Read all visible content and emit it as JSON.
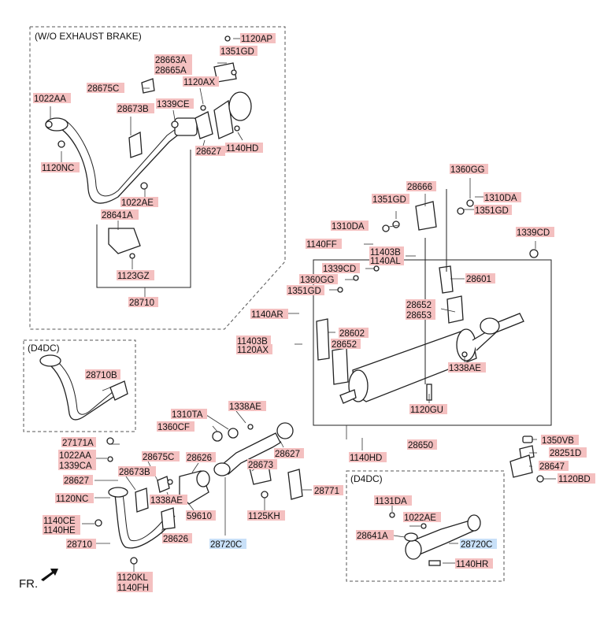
{
  "captions": {
    "wo_exhaust_brake": "(W/O EXHAUST BRAKE)",
    "d4dc_left": "(D4DC)",
    "d4dc_right": "(D4DC)",
    "front": "FR."
  },
  "labels": {
    "p1120AP": "1120AP",
    "p1351GD_a": "1351GD",
    "p28663A": "28663A",
    "p28665A": "28665A",
    "p28675C_a": "28675C",
    "p1120AX": "1120AX",
    "p1022AA_a": "1022AA",
    "p28673B_a": "28673B",
    "p1339CE": "1339CE",
    "p28627_a": "28627",
    "p1140HD_a": "1140HD",
    "p1120NC_a": "1120NC",
    "p1022AE_a": "1022AE",
    "p28641A_a": "28641A",
    "p1123GZ": "1123GZ",
    "p28710_a": "28710",
    "p28666": "28666",
    "p1360GG_a": "1360GG",
    "p1351GD_b": "1351GD",
    "p1310DA_a": "1310DA",
    "p1351GD_c": "1351GD",
    "p1310DA_b": "1310DA",
    "p1339CD_a": "1339CD",
    "p1140FF": "1140FF",
    "p11403B_a": "11403B",
    "p1140AL": "1140AL",
    "p1339CD_b": "1339CD",
    "p1360GG_b": "1360GG",
    "p28601": "28601",
    "p1351GD_d": "1351GD",
    "p28652_a": "28652",
    "p28653": "28653",
    "p1140AR": "1140AR",
    "p28602": "28602",
    "p11403B_b": "11403B",
    "p28652_b": "28652",
    "p1120AX_b": "1120AX",
    "p1338AE_a": "1338AE",
    "p28710B": "28710B",
    "p1120GU": "1120GU",
    "p1310TA": "1310TA",
    "p1338AE_b": "1338AE",
    "p1360CF": "1360CF",
    "p28650": "28650",
    "p27171A": "27171A",
    "p28627_b": "28627",
    "p1022AA_b": "1022AA",
    "p1339CA": "1339CA",
    "p28675C_b": "28675C",
    "p28626_a": "28626",
    "p1140HD_b": "1140HD",
    "p1350VB": "1350VB",
    "p28251D": "28251D",
    "p28647": "28647",
    "p1120BD": "1120BD",
    "p28627_c": "28627",
    "p28673B_b": "28673B",
    "p28673": "28673",
    "p28771": "28771",
    "p1120NC_b": "1120NC",
    "p1338AE_c": "1338AE",
    "p1131DA": "1131DA",
    "p1125KH": "1125KH",
    "p59610": "59610",
    "p1140CE": "1140CE",
    "p1140HE": "1140HE",
    "p1022AE_b": "1022AE",
    "p28641A_b": "28641A",
    "p28626_b": "28626",
    "p28710_b": "28710",
    "p28720C_a": "28720C",
    "p28720C_b": "28720C",
    "p1140HR": "1140HR",
    "p1120KL": "1120KL",
    "p1140FH": "1140FH"
  },
  "colors": {
    "part_label_bg": "#f4c0c0",
    "highlight_label_bg": "#c8e0f8",
    "line": "#222222"
  }
}
